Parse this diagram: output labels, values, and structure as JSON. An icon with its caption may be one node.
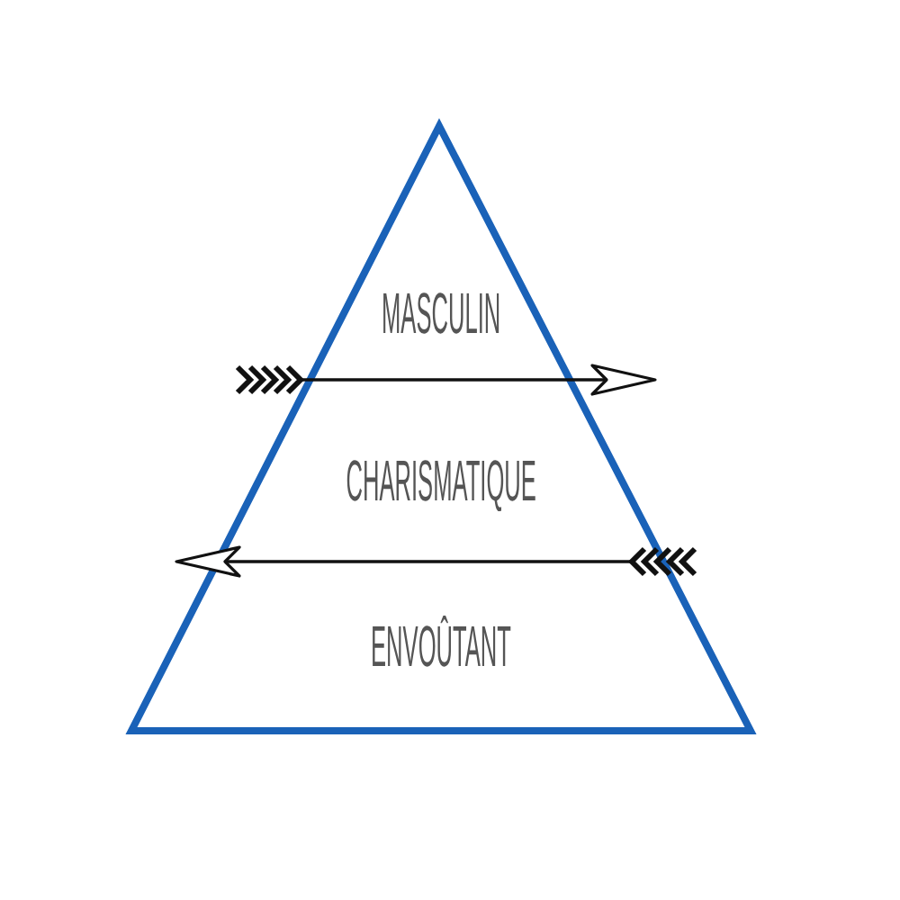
{
  "diagram": {
    "nodes": [
      {
        "text": [
          "MASCULIN",
          "CHARISMATIQUE",
          "ENVOÛTANT"
        ]
      }
    ]
  }
}
